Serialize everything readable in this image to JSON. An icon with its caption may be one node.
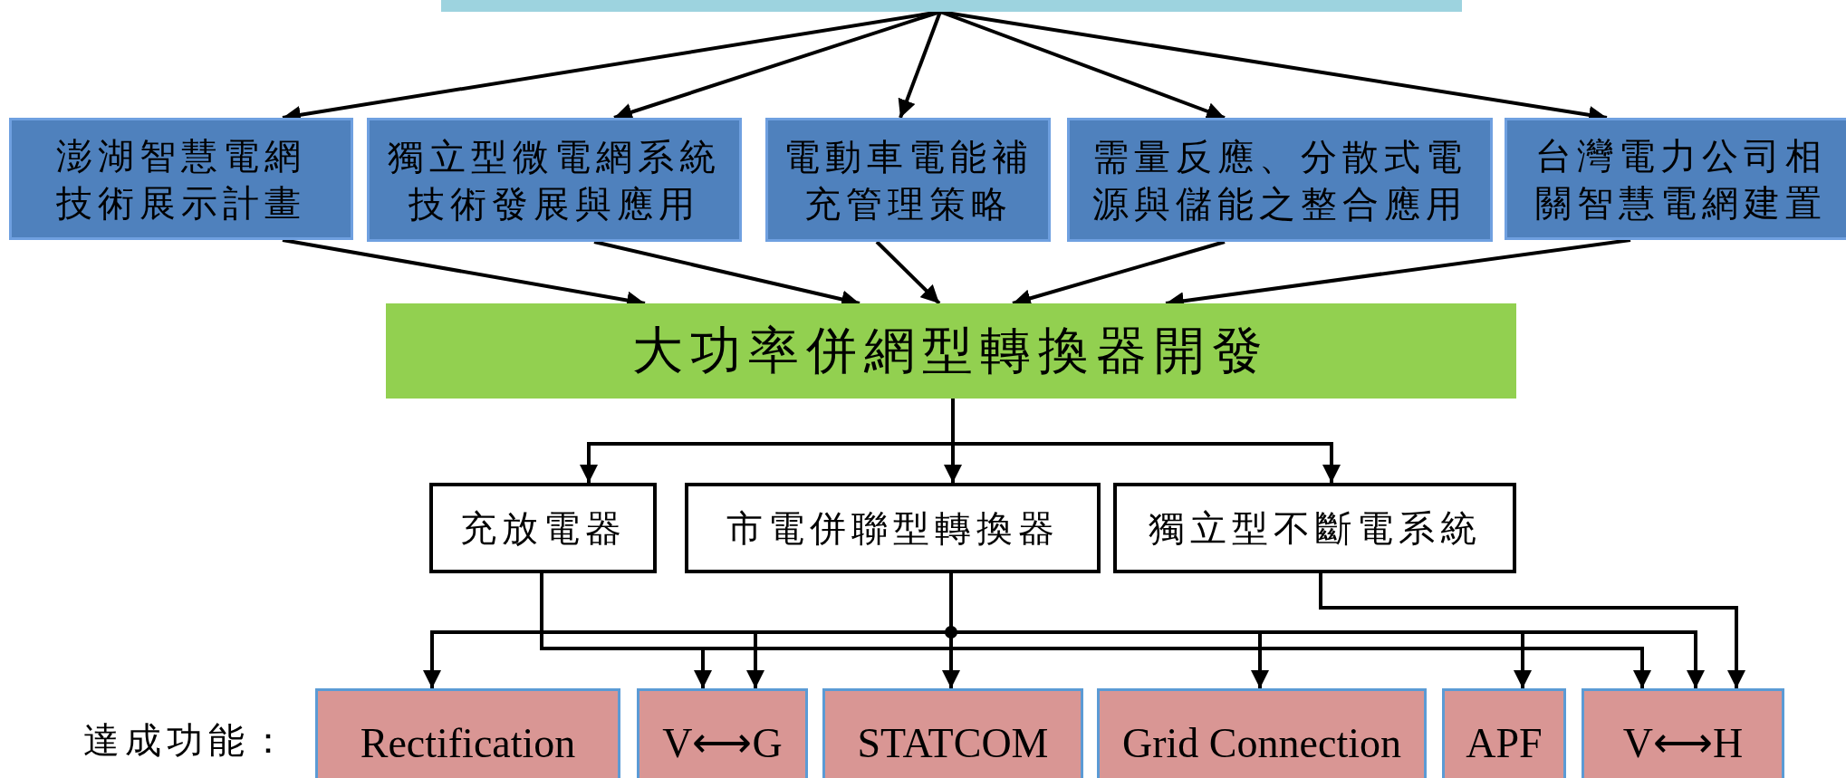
{
  "diagram": {
    "nodes": [
      {
        "text": [],
        "shape": "box"
      },
      {
        "text": [
          "澎湖智慧電網技術展示計畫"
        ]
      },
      {
        "text": [
          "獨立型微電網系統技術發展與應用"
        ]
      },
      {
        "text": [
          "電動車電能補充管理策略"
        ]
      },
      {
        "text": [
          "需量反應、分散式電源與儲能之整合應用"
        ]
      },
      {
        "text": [
          "台灣電力公司相關智慧電網建置"
        ]
      },
      {
        "text": [
          "大功率併網型轉換器開發"
        ]
      },
      {
        "text": [
          "充放電器"
        ]
      },
      {
        "text": [
          "市電併聯型轉換器"
        ]
      },
      {
        "text": [
          "獨立型不斷電系統"
        ]
      },
      {
        "text": [
          "Rectification"
        ]
      },
      {
        "text": [
          "V⟷G"
        ]
      },
      {
        "text": [
          "STATCOM"
        ]
      },
      {
        "text": [
          "Grid Connection"
        ]
      },
      {
        "text": [
          "APF"
        ]
      },
      {
        "text": [
          "V⟷H"
        ]
      }
    ],
    "edges": [
      {
        "from": 0,
        "to": 1,
        "arrow": "to"
      },
      {
        "from": 0,
        "to": 2,
        "arrow": "to"
      },
      {
        "from": 0,
        "to": 3,
        "arrow": "to"
      },
      {
        "from": 0,
        "to": 4,
        "arrow": "to"
      },
      {
        "from": 0,
        "to": 5,
        "arrow": "to"
      },
      {
        "from": 1,
        "to": 6,
        "arrow": "to"
      },
      {
        "from": 2,
        "to": 6,
        "arrow": "to"
      },
      {
        "from": 3,
        "to": 6,
        "arrow": "to"
      },
      {
        "from": 4,
        "to": 6,
        "arrow": "to"
      },
      {
        "from": 5,
        "to": 6,
        "arrow": "to"
      },
      {
        "from": 6,
        "to": 7,
        "arrow": "to"
      },
      {
        "from": 6,
        "to": 8,
        "arrow": "to"
      },
      {
        "from": 6,
        "to": 9,
        "arrow": "to"
      },
      {
        "from": 7,
        "to": 11,
        "arrow": "to"
      },
      {
        "from": 7,
        "to": 15,
        "arrow": "to"
      },
      {
        "from": 8,
        "to": 10,
        "arrow": "to"
      },
      {
        "from": 8,
        "to": 11,
        "arrow": "to"
      },
      {
        "from": 8,
        "to": 12,
        "arrow": "to"
      },
      {
        "from": 8,
        "to": 13,
        "arrow": "to"
      },
      {
        "from": 8,
        "to": 14,
        "arrow": "to"
      },
      {
        "from": 8,
        "to": 15,
        "arrow": "to"
      },
      {
        "from": 9,
        "to": 15,
        "arrow": "to"
      }
    ],
    "labels": [
      "達成功能："
    ]
  }
}
